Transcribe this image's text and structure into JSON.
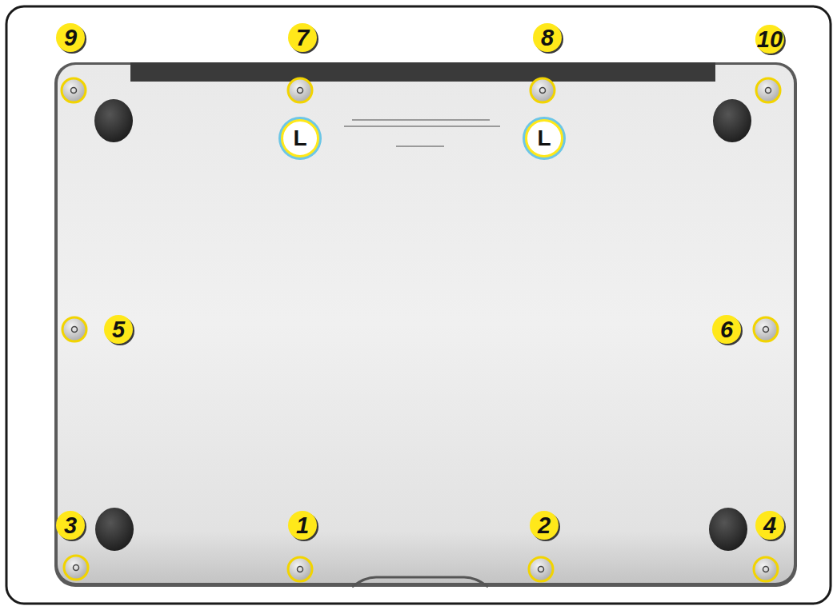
{
  "diagram": {
    "labels": [
      "9",
      "7",
      "8",
      "10",
      "L",
      "L",
      "5",
      "6",
      "3",
      "1",
      "2",
      "4"
    ]
  }
}
